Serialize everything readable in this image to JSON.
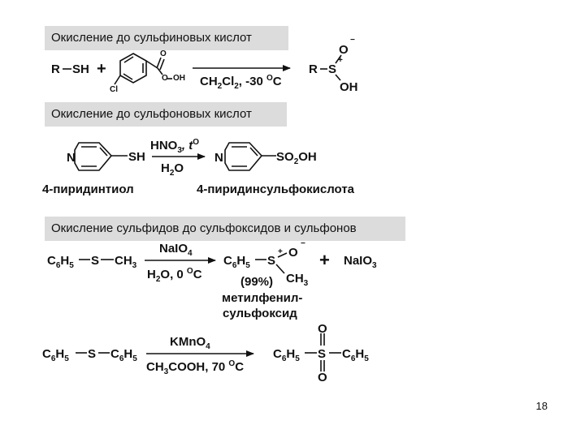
{
  "sections": {
    "sulfinic": {
      "title": "Окисление до сульфиновых кислот",
      "r1": "R",
      "sh": "SH",
      "plus": "+",
      "cl": "Cl",
      "o_top": "O",
      "o_oh": "O",
      "oh": "OH",
      "cond_pre": "CH",
      "cond_sub1": "2",
      "cond_mid": "Cl",
      "cond_sub2": "2",
      "cond_temp": ", -30 ",
      "cond_deg": "O",
      "cond_c": "C",
      "p_r": "R",
      "p_s": "S",
      "p_o": "O",
      "p_minus": "−",
      "p_plus": "+",
      "p_oh": "OH"
    },
    "sulfonic": {
      "title": "Окисление до сульфоновых кислот",
      "n1": "N",
      "sh": "SH",
      "reag_pre": "HNO",
      "reag_sub": "3",
      "reag_t": ", t",
      "reag_deg": "O",
      "solv_pre": "H",
      "solv_sub": "2",
      "solv_post": "O",
      "n2": "N",
      "so_pre": "SO",
      "so_sub": "2",
      "so_post": "OH",
      "name1": "4-пиридинтиол",
      "name2": "4-пиридинсульфокислота"
    },
    "sulfides": {
      "title": "Окисление сульфидов до сульфоксидов и сульфонов",
      "r1": {
        "c": "C",
        "c_sub": "6",
        "h": "H",
        "h_sub": "5",
        "s": "S",
        "me": "CH",
        "me_sub": "3"
      },
      "r1_reag": {
        "pre": "NaIO",
        "sub": "4"
      },
      "r1_cond": {
        "pre": "H",
        "sub": "2",
        "mid": "O, 0 ",
        "deg": "O",
        "c": "C"
      },
      "p1": {
        "c": "C",
        "c_sub": "6",
        "h": "H",
        "h_sub": "5",
        "s": "S",
        "plus": "+",
        "o": "O",
        "minus": "−",
        "me": "CH",
        "me_sub": "3"
      },
      "yield": "(99%)",
      "plus": "+",
      "by": {
        "pre": "NaIO",
        "sub": "3"
      },
      "name1": "метилфенил-",
      "name2": "сульфоксид",
      "r2": {
        "c1": "C",
        "c1_sub": "6",
        "h1": "H",
        "h1_sub": "5",
        "s": "S",
        "c2": "C",
        "c2_sub": "6",
        "h2": "H",
        "h2_sub": "5"
      },
      "r2_reag": {
        "pre": "KMnO",
        "sub": "4"
      },
      "r2_cond": {
        "pre": "CH",
        "sub": "3",
        "mid": "COOH, 70 ",
        "deg": "O",
        "c": "C"
      },
      "p2": {
        "c1": "C",
        "c1_sub": "6",
        "h1": "H",
        "h1_sub": "5",
        "s": "S",
        "o_top": "O",
        "o_bot": "O",
        "c2": "C",
        "c2_sub": "6",
        "h2": "H",
        "h2_sub": "5"
      }
    }
  },
  "page_number": "18"
}
